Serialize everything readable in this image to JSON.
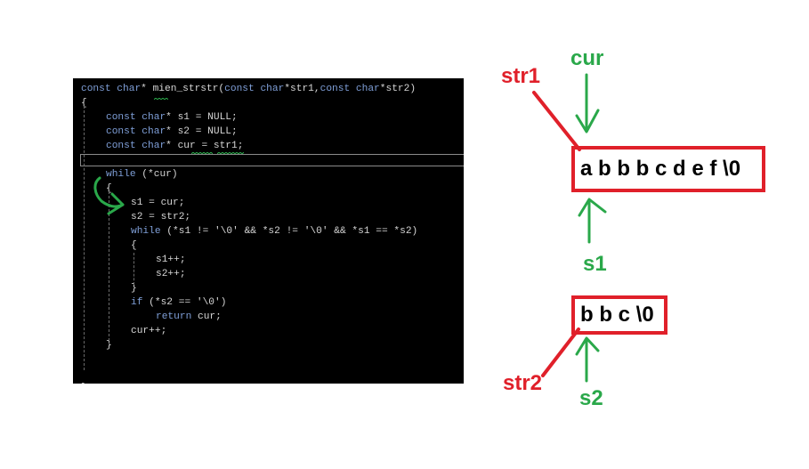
{
  "code": {
    "lines": [
      {
        "indent": 0,
        "parts": [
          {
            "t": "const ",
            "c": "kw"
          },
          {
            "t": "char",
            "c": "ty"
          },
          {
            "t": "* mien_strstr(",
            "c": ""
          },
          {
            "t": "const ",
            "c": "kw"
          },
          {
            "t": "char",
            "c": "ty"
          },
          {
            "t": "*str1,",
            "c": ""
          },
          {
            "t": "const ",
            "c": "kw"
          },
          {
            "t": "char",
            "c": "ty"
          },
          {
            "t": "*str2)",
            "c": ""
          }
        ]
      },
      {
        "indent": 0,
        "parts": [
          {
            "t": "{",
            "c": ""
          }
        ]
      },
      {
        "indent": 1,
        "parts": [
          {
            "t": "const ",
            "c": "kw"
          },
          {
            "t": "char",
            "c": "ty"
          },
          {
            "t": "* s1 = NULL;",
            "c": ""
          }
        ]
      },
      {
        "indent": 1,
        "parts": [
          {
            "t": "const ",
            "c": "kw"
          },
          {
            "t": "char",
            "c": "ty"
          },
          {
            "t": "* s2 = NULL;",
            "c": ""
          }
        ]
      },
      {
        "indent": 1,
        "parts": [
          {
            "t": "const ",
            "c": "kw"
          },
          {
            "t": "char",
            "c": "ty"
          },
          {
            "t": "* cur = str1;",
            "c": ""
          }
        ]
      },
      {
        "indent": 0,
        "parts": []
      },
      {
        "indent": 1,
        "parts": [
          {
            "t": "while ",
            "c": "kw"
          },
          {
            "t": "(*cur)",
            "c": ""
          }
        ]
      },
      {
        "indent": 1,
        "parts": [
          {
            "t": "{",
            "c": ""
          }
        ]
      },
      {
        "indent": 2,
        "parts": [
          {
            "t": "s1 = cur;",
            "c": ""
          }
        ]
      },
      {
        "indent": 2,
        "parts": [
          {
            "t": "s2 = str2;",
            "c": ""
          }
        ]
      },
      {
        "indent": 2,
        "parts": [
          {
            "t": "while ",
            "c": "kw"
          },
          {
            "t": "(*s1 != '\\0' && *s2 != '\\0' && *s1 == *s2)",
            "c": ""
          }
        ]
      },
      {
        "indent": 2,
        "parts": [
          {
            "t": "{",
            "c": ""
          }
        ]
      },
      {
        "indent": 3,
        "parts": [
          {
            "t": "s1++;",
            "c": ""
          }
        ]
      },
      {
        "indent": 3,
        "parts": [
          {
            "t": "s2++;",
            "c": ""
          }
        ]
      },
      {
        "indent": 2,
        "parts": [
          {
            "t": "}",
            "c": ""
          }
        ]
      },
      {
        "indent": 2,
        "parts": [
          {
            "t": "if ",
            "c": "kw"
          },
          {
            "t": "(*s2 == '\\0')",
            "c": ""
          }
        ]
      },
      {
        "indent": 3,
        "parts": [
          {
            "t": "return ",
            "c": "kw"
          },
          {
            "t": "cur;",
            "c": ""
          }
        ]
      },
      {
        "indent": 2,
        "parts": [
          {
            "t": "cur++;",
            "c": ""
          }
        ]
      },
      {
        "indent": 1,
        "parts": [
          {
            "t": "}",
            "c": ""
          }
        ]
      },
      {
        "indent": 0,
        "parts": []
      },
      {
        "indent": 0,
        "parts": []
      },
      {
        "indent": 0,
        "parts": [
          {
            "t": "}",
            "c": ""
          }
        ]
      }
    ]
  },
  "diagram": {
    "string1": "a b b b c d e f \\0",
    "string2": "b b c \\0",
    "label_str1": "str1",
    "label_str2": "str2",
    "label_cur": "cur",
    "label_s1": "s1",
    "label_s2": "s2"
  },
  "colors": {
    "red": "#e0202a",
    "green": "#2aa84a",
    "code_bg": "#000000",
    "code_text": "#d6d6d6",
    "code_keyword": "#7f9fd8"
  }
}
